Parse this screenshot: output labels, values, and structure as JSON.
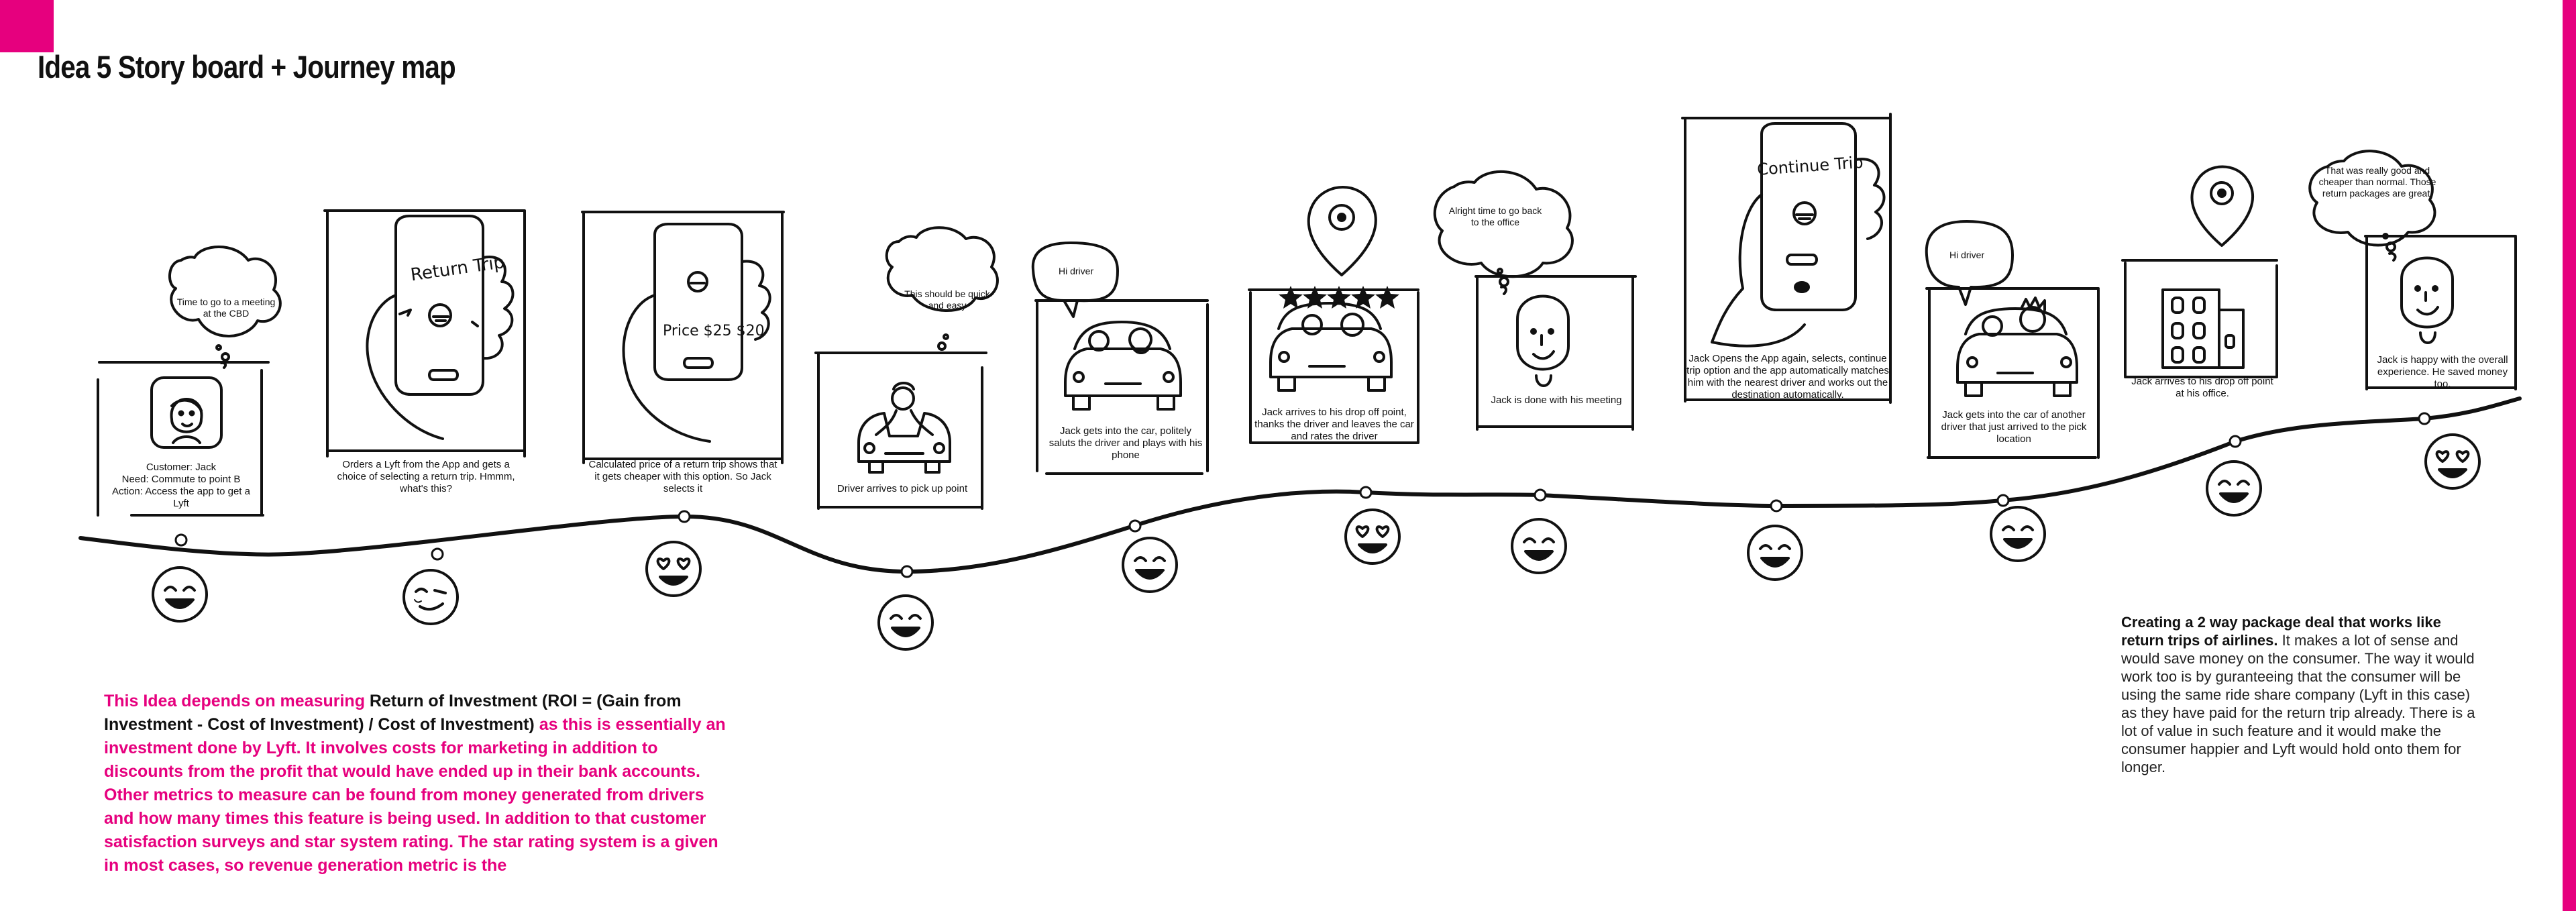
{
  "page_title": "Idea 5 Story board + Journey map",
  "colors": {
    "accent": "#e6007e",
    "ink": "#111111"
  },
  "panels": [
    {
      "id": "p1",
      "caption": "Customer: Jack\nNeed: Commute to point B\nAction: Access the app to get a Lyft",
      "thought": "Time to go to a meeting at the CBD"
    },
    {
      "id": "p2",
      "caption": "Orders a Lyft from the App and gets a choice of selecting a return trip. Hmmm, what's this?",
      "phone_text": "Return Trip"
    },
    {
      "id": "p3",
      "caption": "Calculated price of a return trip shows that it gets cheaper with this option. So Jack selects it",
      "phone_text": "Price $25 $20"
    },
    {
      "id": "p4",
      "caption": "Driver arrives to pick up point",
      "thought": "This should be quick and easy"
    },
    {
      "id": "p5",
      "caption": "Jack gets into the car, politely saluts the driver and plays with his phone",
      "speech": "Hi driver"
    },
    {
      "id": "p6",
      "caption": "Jack arrives to his drop off point, thanks the driver and leaves the car and rates the driver"
    },
    {
      "id": "p7",
      "caption": "Jack is done with his meeting",
      "thought": "Alright time to go back to the office"
    },
    {
      "id": "p8",
      "caption": "Jack Opens the App again, selects, continue trip option and the app automatically matches him with the nearest driver and works out the destination automatically.",
      "phone_text": "Continue Trip"
    },
    {
      "id": "p9",
      "caption": "Jack gets into the car of another driver that just arrived to the pick location",
      "speech": "Hi driver"
    },
    {
      "id": "p10",
      "caption": "Jack arrives to his drop off point at his office."
    },
    {
      "id": "p11",
      "caption": "Jack is happy with the overall experience. He saved money too.",
      "thought": "That was really good and cheaper than normal. Those return packages are great."
    }
  ],
  "emotions": [
    "smile",
    "wink",
    "heart-eyes",
    "smile",
    "smile",
    "heart-eyes",
    "smile",
    "smile",
    "smile",
    "smile",
    "heart-eyes"
  ],
  "left_paragraph": {
    "lead": "This Idea depends on measuring ",
    "highlight": "Return of Investment (ROI = (Gain from Investment - Cost of Investment) / Cost of Investment)",
    "rest": " as this is essentially an investment done by Lyft. It involves costs for marketing in addition to discounts from the profit that would have ended up in their bank accounts.  Other metrics to measure can be found from money generated from drivers and how many times this feature is being used. In addition to that customer satisfaction surveys and star system rating. The star rating system is a given in most cases, so revenue generation metric is the"
  },
  "right_paragraph": {
    "bold": "Creating a 2 way package deal that works like return trips of airlines.",
    "rest": " It makes a lot of sense and would save money on the consumer. The way it would work too is by guranteeing that the consumer will be using the same ride share company (Lyft in this case) as they have paid for the return trip already. There is a lot of value in such feature and it would make the consumer happier and Lyft would hold onto them for longer."
  }
}
